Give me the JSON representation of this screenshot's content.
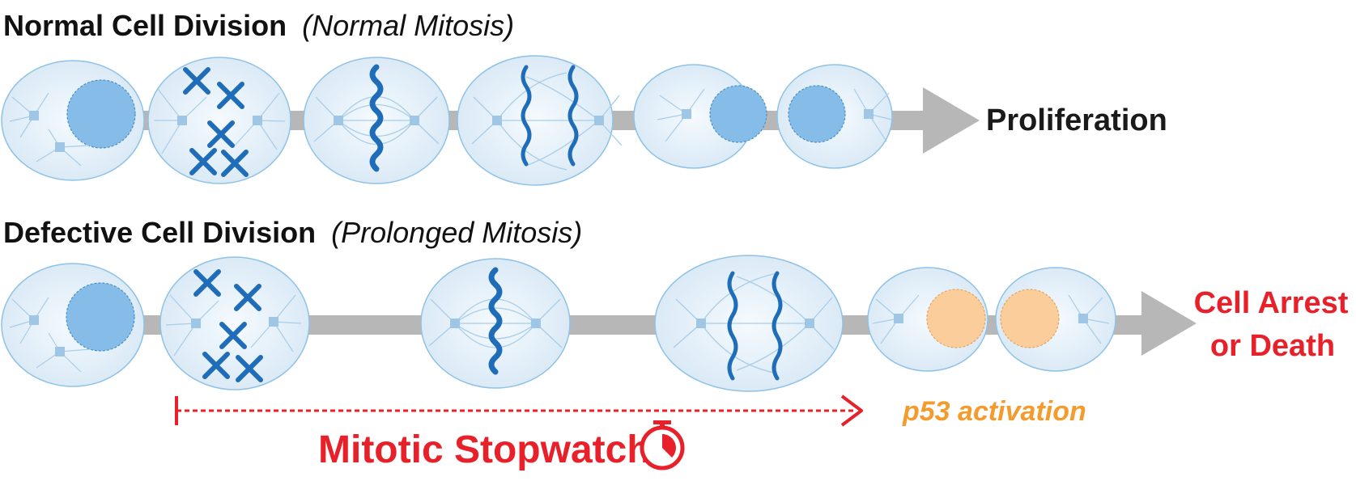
{
  "normal": {
    "title": "Normal Cell Division",
    "subtitle": "(Normal Mitosis)",
    "outcome": "Proliferation"
  },
  "defective": {
    "title": "Defective Cell Division",
    "subtitle": "(Prolonged Mitosis)",
    "outcome_line1": "Cell Arrest",
    "outcome_line2": "or Death",
    "p53_label": "p53 activation",
    "stopwatch_label": "Mitotic Stopwatch"
  },
  "colors": {
    "cell_fill": "#e3f0f9",
    "cell_stroke": "#8ec2e6",
    "nucleus": "#86bde8",
    "chromosome": "#1f6db8",
    "arrow": "#b7b7b7",
    "arrest": "#e8202a",
    "p53": "#f39c2d",
    "p53_nucleus": "#fbcd9a"
  },
  "icons": [
    "stopwatch-icon",
    "arrow-icon"
  ]
}
